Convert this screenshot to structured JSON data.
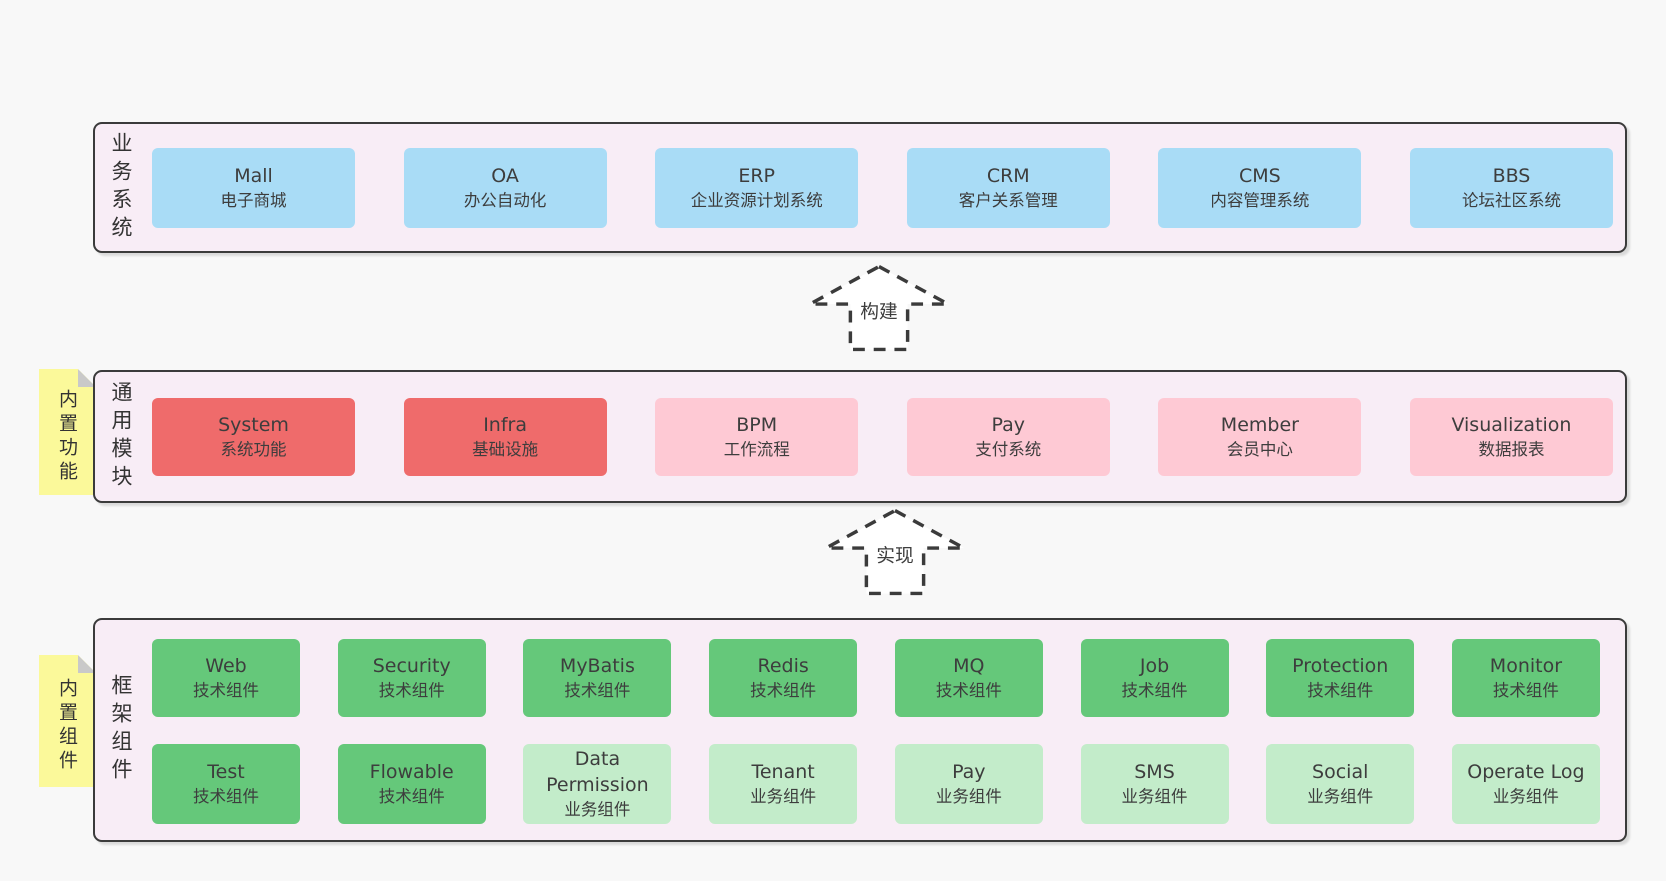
{
  "diagram": {
    "title_hint": "software architecture layers diagram",
    "arrows": [
      {
        "label": "构建"
      },
      {
        "label": "实现"
      }
    ],
    "layers": {
      "business": {
        "label": "业务系统",
        "boxes": [
          {
            "name": "Mall",
            "desc": "电子商城"
          },
          {
            "name": "OA",
            "desc": "办公自动化"
          },
          {
            "name": "ERP",
            "desc": "企业资源计划系统"
          },
          {
            "name": "CRM",
            "desc": "客户关系管理"
          },
          {
            "name": "CMS",
            "desc": "内容管理系统"
          },
          {
            "name": "BBS",
            "desc": "论坛社区系统"
          }
        ]
      },
      "modules": {
        "label": "通用模块",
        "note": "内置功能",
        "boxes": [
          {
            "name": "System",
            "desc": "系统功能"
          },
          {
            "name": "Infra",
            "desc": "基础设施"
          },
          {
            "name": "BPM",
            "desc": "工作流程"
          },
          {
            "name": "Pay",
            "desc": "支付系统"
          },
          {
            "name": "Member",
            "desc": "会员中心"
          },
          {
            "name": "Visualization",
            "desc": "数据报表"
          }
        ]
      },
      "components": {
        "label": "框架组件",
        "note": "内置组件",
        "row1": [
          {
            "name": "Web",
            "desc": "技术组件"
          },
          {
            "name": "Security",
            "desc": "技术组件"
          },
          {
            "name": "MyBatis",
            "desc": "技术组件"
          },
          {
            "name": "Redis",
            "desc": "技术组件"
          },
          {
            "name": "MQ",
            "desc": "技术组件"
          },
          {
            "name": "Job",
            "desc": "技术组件"
          },
          {
            "name": "Protection",
            "desc": "技术组件"
          },
          {
            "name": "Monitor",
            "desc": "技术组件"
          }
        ],
        "row2": [
          {
            "name": "Test",
            "desc": "技术组件"
          },
          {
            "name": "Flowable",
            "desc": "技术组件"
          },
          {
            "name": "Data Permission",
            "desc": "业务组件"
          },
          {
            "name": "Tenant",
            "desc": "业务组件"
          },
          {
            "name": "Pay",
            "desc": "业务组件"
          },
          {
            "name": "SMS",
            "desc": "业务组件"
          },
          {
            "name": "Social",
            "desc": "业务组件"
          },
          {
            "name": "Operate Log",
            "desc": "业务组件"
          }
        ]
      }
    },
    "colors": {
      "page_bg": "#f8f8f8",
      "panel_bg": "#f8edf6",
      "panel_border": "#3b3b3b",
      "blue_box": "#a9dcf6",
      "red_box": "#ef6b6b",
      "pink_box": "#fec9d4",
      "green_box": "#65c87a",
      "light_green_box": "#c3ecca",
      "note_yellow": "#fbf99a",
      "note_fold_gray": "#c9c9c9",
      "text": "#3d3d3d"
    }
  }
}
